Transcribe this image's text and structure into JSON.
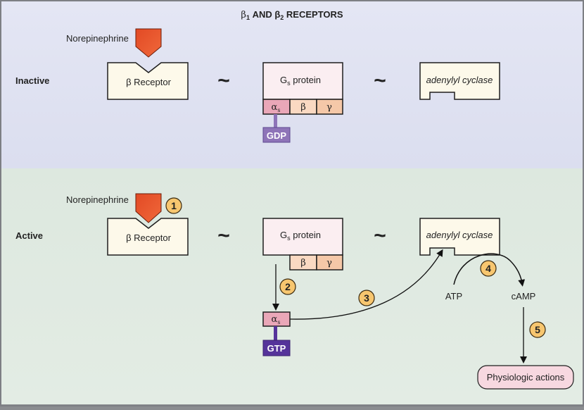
{
  "title": {
    "prefix": "β",
    "sub1": "1",
    "mid": " AND β",
    "sub2": "2",
    "suffix": " RECEPTORS"
  },
  "colors": {
    "inactive_bg_top": "#dfe2f2",
    "inactive_bg_bottom": "#dcdff0",
    "active_bg": "#dfe9e0",
    "ligand": "#e8552a",
    "receptor_fill": "#fdf9ea",
    "gs_fill": "#fbeef1",
    "alpha_fill": "#eaa7b8",
    "beta_fill": "#fad9c2",
    "gamma_fill": "#f5c8a8",
    "gdp_fill": "#8e74b8",
    "gtp_fill": "#55339a",
    "step_badge": "#f7c66f",
    "physio_fill": "#f7d8e0"
  },
  "inactive": {
    "state_label": "Inactive",
    "ligand_label": "Norepinephrine",
    "receptor_label": "β Receptor",
    "gs_label_main": "G",
    "gs_label_sub": "s",
    "gs_label_rest": " protein",
    "alpha_main": "α",
    "alpha_sub": "s",
    "beta": "β",
    "gamma": "γ",
    "nucleotide": "GDP",
    "cyclase_label": "adenylyl cyclase",
    "link": "~"
  },
  "active": {
    "state_label": "Active",
    "ligand_label": "Norepinephrine",
    "receptor_label": "β Receptor",
    "gs_label_main": "G",
    "gs_label_sub": "s",
    "gs_label_rest": " protein",
    "alpha_main": "α",
    "alpha_sub": "s",
    "beta": "β",
    "gamma": "γ",
    "nucleotide": "GTP",
    "cyclase_label": "adenylyl cyclase",
    "link": "~",
    "substrate": "ATP",
    "product": "cAMP",
    "outcome": "Physiologic actions"
  },
  "steps": [
    "1",
    "2",
    "3",
    "4",
    "5"
  ]
}
